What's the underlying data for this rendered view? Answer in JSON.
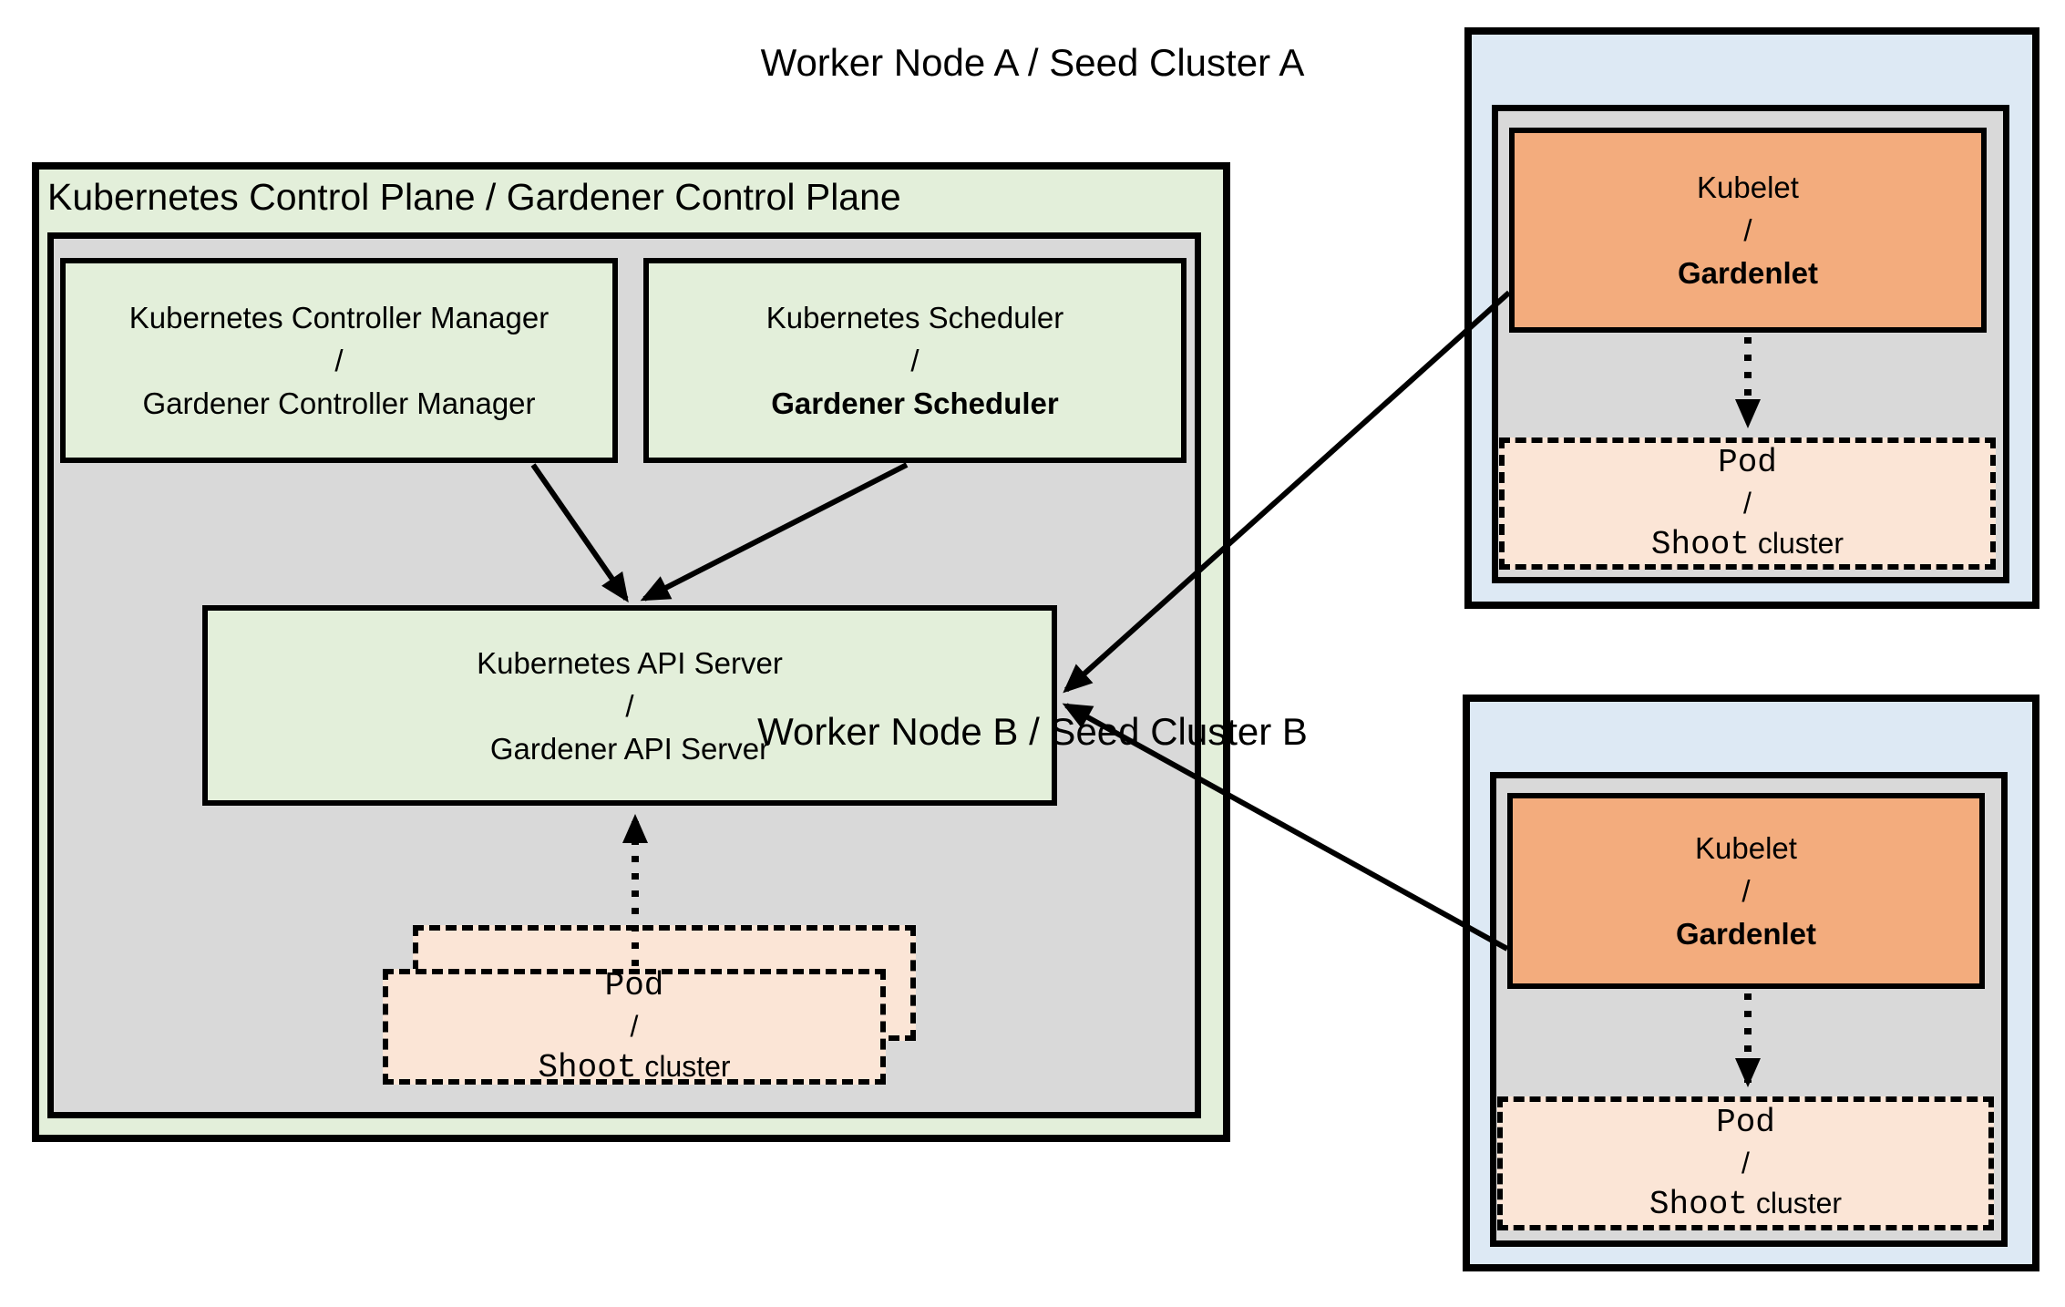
{
  "colors": {
    "control_plane_fill": "#e3efda",
    "inner_gray_fill": "#d9d9d9",
    "worker_fill": "#dde9f4",
    "kubelet_fill": "#f3ac7d",
    "pod_fill": "#fbe5d6",
    "border": "#000000"
  },
  "control_plane": {
    "title": "Kubernetes Control Plane / Gardener Control Plane",
    "controller_manager": {
      "line1": "Kubernetes Controller Manager",
      "sep": "/",
      "line2": "Gardener Controller Manager"
    },
    "scheduler": {
      "line1": "Kubernetes Scheduler",
      "sep": "/",
      "line2": "Gardener Scheduler"
    },
    "api_server": {
      "line1": "Kubernetes API Server",
      "sep": "/",
      "line2": "Gardener API Server"
    },
    "pod": {
      "line1": "Pod",
      "sep": "/",
      "line2_mono": "Shoot",
      "line2_sans": "cluster"
    }
  },
  "worker_a": {
    "title": "Worker Node A / Seed Cluster A",
    "kubelet": {
      "line1": "Kubelet",
      "sep": "/",
      "line2": "Gardenlet"
    },
    "pod": {
      "line1": "Pod",
      "sep": "/",
      "line2_mono": "Shoot",
      "line2_sans": "cluster"
    }
  },
  "worker_b": {
    "title": "Worker Node B / Seed Cluster B",
    "kubelet": {
      "line1": "Kubelet",
      "sep": "/",
      "line2": "Gardenlet"
    },
    "pod": {
      "line1": "Pod",
      "sep": "/",
      "line2_mono": "Shoot",
      "line2_sans": "cluster"
    }
  }
}
